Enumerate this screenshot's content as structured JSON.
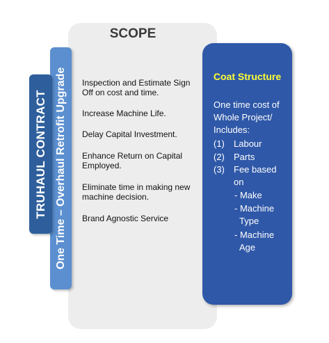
{
  "contract_label": "TRUHAUL CONTRACT",
  "onetime_label": "One Time – Overhaul Retrofit Upgrade",
  "scope": {
    "title": "SCOPE",
    "items": [
      "Inspection and Estimate Sign Off on cost and time.",
      "Increase Machine Life.",
      "Delay Capital Investment.",
      "Enhance Return on Capital Employed.",
      "Eliminate time in making new machine decision.",
      "Brand Agnostic Service"
    ]
  },
  "coat": {
    "title": "Coat Structure",
    "intro_lines": [
      "One time cost of",
      "Whole Project/",
      "Includes:"
    ],
    "list": [
      {
        "num": "(1)",
        "label": "Labour"
      },
      {
        "num": "(2)",
        "label": "Parts"
      },
      {
        "num": "(3)",
        "label": "Fee based"
      }
    ],
    "on_label": "on",
    "sub_lines": [
      "- Make",
      "- Machine",
      "Type",
      "- Machine",
      "Age"
    ]
  },
  "colors": {
    "dark_blue": "#2e5f9c",
    "light_blue": "#5b8fd0",
    "panel_blue": "#2f58a8",
    "title_yellow": "#ffff33",
    "scope_bg": "#ededed"
  }
}
